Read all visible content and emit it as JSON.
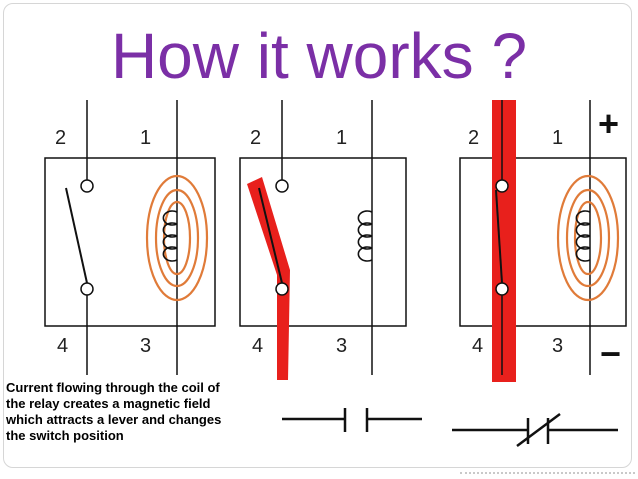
{
  "slide": {
    "title": "How it works ?",
    "caption": [
      "Current flowing through the coil of",
      "the relay creates a magnetic field",
      "which attracts a lever and changes",
      "the switch position"
    ]
  },
  "relays": [
    {
      "label_top_left": "2",
      "label_top_right": "1",
      "label_bottom_left": "4",
      "label_bottom_right": "3"
    },
    {
      "label_top_left": "2",
      "label_top_right": "1",
      "label_bottom_left": "4",
      "label_bottom_right": "3"
    },
    {
      "label_top_left": "2",
      "label_top_right": "1",
      "label_bottom_left": "4",
      "label_bottom_right": "3"
    }
  ],
  "polarity": {
    "plus": "+",
    "minus": "−"
  },
  "colors": {
    "title": "#7b2fa6",
    "field_lines": "#e07b39",
    "current_highlight": "#e8201c",
    "wire": "#111111"
  }
}
